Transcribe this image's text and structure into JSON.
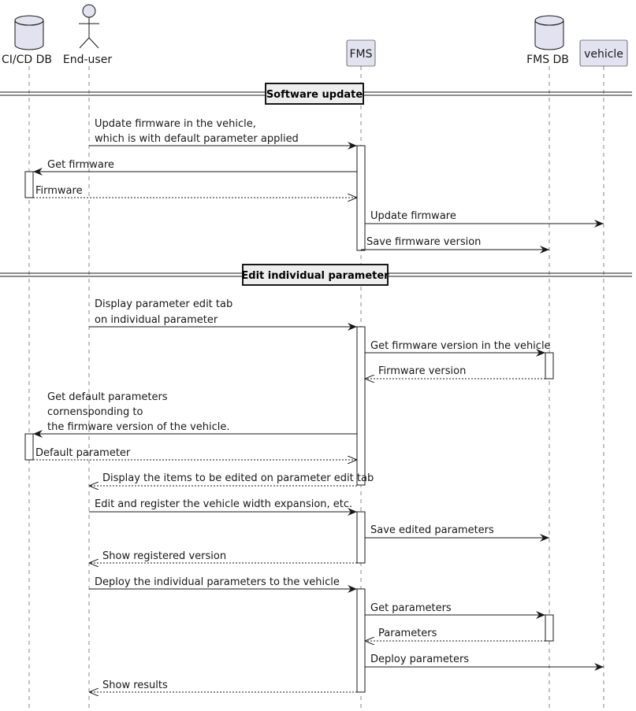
{
  "participants": [
    {
      "id": "cicd",
      "label": "CI/CD DB",
      "kind": "database"
    },
    {
      "id": "user",
      "label": "End-user",
      "kind": "actor"
    },
    {
      "id": "fms",
      "label": "FMS",
      "kind": "box"
    },
    {
      "id": "fmsdb",
      "label": "FMS DB",
      "kind": "database"
    },
    {
      "id": "vehicle",
      "label": "vehicle",
      "kind": "box"
    }
  ],
  "separators": [
    {
      "title": "Software update"
    },
    {
      "title": "Edit individual parameter"
    }
  ],
  "messages": [
    {
      "from": "user",
      "to": "fms",
      "type": "sync",
      "lines": [
        "Update firmware in the vehicle,",
        "which is with default parameter applied"
      ]
    },
    {
      "from": "fms",
      "to": "cicd",
      "type": "sync",
      "lines": [
        "Get firmware"
      ]
    },
    {
      "from": "cicd",
      "to": "fms",
      "type": "reply",
      "lines": [
        "Firmware"
      ]
    },
    {
      "from": "fms",
      "to": "vehicle",
      "type": "sync",
      "lines": [
        "Update firmware"
      ]
    },
    {
      "from": "fms",
      "to": "fmsdb",
      "type": "sync",
      "lines": [
        "Save firmware version"
      ]
    },
    {
      "from": "user",
      "to": "fms",
      "type": "sync",
      "lines": [
        "Display parameter edit tab",
        "on individual parameter"
      ]
    },
    {
      "from": "fms",
      "to": "fmsdb",
      "type": "sync",
      "lines": [
        "Get firmware version in the vehicle"
      ]
    },
    {
      "from": "fmsdb",
      "to": "fms",
      "type": "reply",
      "lines": [
        "Firmware version"
      ]
    },
    {
      "from": "fms",
      "to": "cicd",
      "type": "sync",
      "lines": [
        "Get default parameters",
        "cornensponding to",
        "the firmware version of the vehicle."
      ]
    },
    {
      "from": "cicd",
      "to": "fms",
      "type": "reply",
      "lines": [
        "Default parameter"
      ]
    },
    {
      "from": "fms",
      "to": "user",
      "type": "reply",
      "lines": [
        "Display the items to be edited on parameter edit tab"
      ]
    },
    {
      "from": "user",
      "to": "fms",
      "type": "sync",
      "lines": [
        "Edit and register the vehicle width expansion, etc."
      ]
    },
    {
      "from": "fms",
      "to": "fmsdb",
      "type": "sync",
      "lines": [
        "Save edited parameters"
      ]
    },
    {
      "from": "fms",
      "to": "user",
      "type": "reply",
      "lines": [
        "Show registered version"
      ]
    },
    {
      "from": "user",
      "to": "fms",
      "type": "sync",
      "lines": [
        "Deploy the individual parameters to the vehicle"
      ]
    },
    {
      "from": "fms",
      "to": "fmsdb",
      "type": "sync",
      "lines": [
        "Get parameters"
      ]
    },
    {
      "from": "fmsdb",
      "to": "fms",
      "type": "reply",
      "lines": [
        "Parameters"
      ]
    },
    {
      "from": "fms",
      "to": "vehicle",
      "type": "sync",
      "lines": [
        "Deploy parameters"
      ]
    },
    {
      "from": "fms",
      "to": "user",
      "type": "reply",
      "lines": [
        "Show results"
      ]
    }
  ],
  "colors": {
    "lifeline": "#888888",
    "line": "#181818",
    "participant_fill": "#E2E2F0",
    "separator_fill": "#EEEEEE",
    "activation_fill": "#FFFFFF"
  }
}
